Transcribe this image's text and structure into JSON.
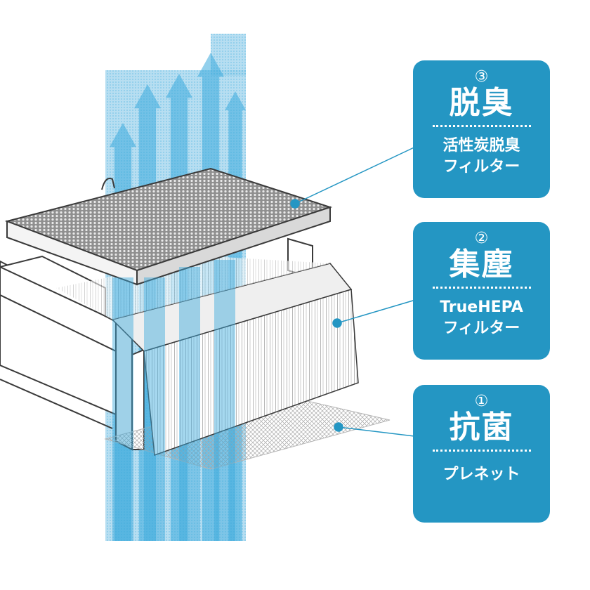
{
  "colors": {
    "accent": "#2496c3",
    "airflow": "#3aa9dc",
    "line": "#3a3a3a"
  },
  "cards": [
    {
      "number": "③",
      "title": "脱臭",
      "sub1": "活性炭脱臭",
      "sub2": "フィルター"
    },
    {
      "number": "②",
      "title": "集塵",
      "sub1": "TrueHEPA",
      "sub2": "フィルター"
    },
    {
      "number": "①",
      "title": "抗菌",
      "sub1": "プレネット",
      "sub2": ""
    }
  ],
  "illustration": {
    "arrow_icon": "airflow-arrow-icon",
    "layers": [
      "carbon-deodorizing-filter",
      "true-hepa-filter",
      "pre-net"
    ]
  }
}
